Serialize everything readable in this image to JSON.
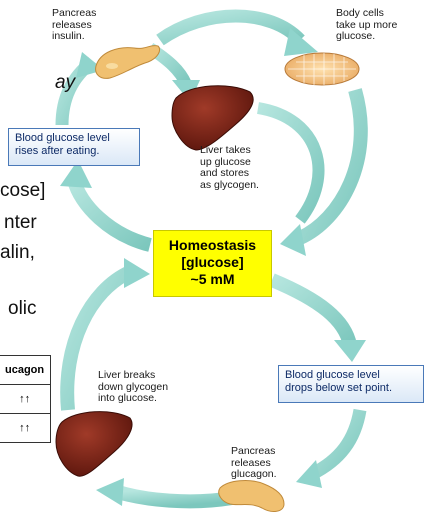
{
  "background_text": [
    "ay",
    "cose]",
    "nter",
    "alin,",
    "olic"
  ],
  "side_table": {
    "header": "ucagon",
    "rows": [
      "↑↑",
      "↑↑"
    ]
  },
  "labels": {
    "pancreas_top": "Pancreas\nreleases\ninsulin.",
    "body_cells": "Body cells\ntake up more\nglucose.",
    "liver_top": "Liver takes\nup glucose\nand stores\nas glycogen.",
    "rise_box": "Blood glucose level\nrises after eating.",
    "homeostasis": "Homeostasis\n[glucose]\n~5 mM",
    "liver_bottom": "Liver breaks\ndown glycogen\ninto glucose.",
    "drop_box": "Blood glucose level\ndrops below set point.",
    "pancreas_bottom": "Pancreas\nreleases\nglucagon."
  },
  "colors": {
    "arrow": "#8fd4cc",
    "arrow_dark": "#5fb5ab",
    "homeostasis_bg": "#ffff00",
    "liver": "#7a2418",
    "pancreas": "#f0c070",
    "cells": "#f3c98a",
    "box_border": "#4a79b8"
  }
}
